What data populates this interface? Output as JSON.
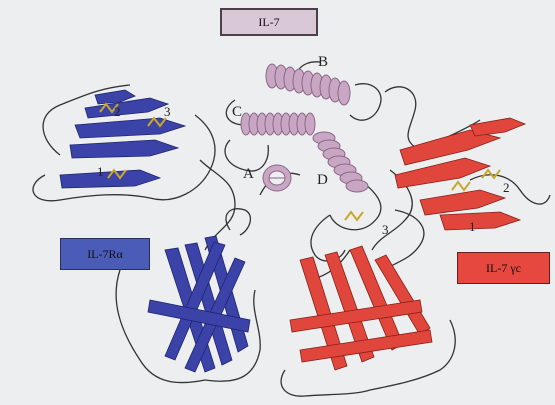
{
  "title_box": {
    "label": "IL-7",
    "fill": "#d9c8d6"
  },
  "receptor_alpha": {
    "label": "IL-7Rα",
    "fill": "#4b5cb8",
    "ribbon_color": "#3b43a8"
  },
  "receptor_gamma": {
    "label": "IL-7 γc",
    "fill": "#e6473f",
    "ribbon_color": "#e0463b"
  },
  "helix": {
    "color": "#c9a7c4",
    "labels": {
      "A": "A",
      "B": "B",
      "C": "C",
      "D": "D"
    }
  },
  "disulfides": {
    "alpha": {
      "s1": "1",
      "s2": "2",
      "s3": "3"
    },
    "gamma": {
      "s1": "1",
      "s2": "2",
      "s3": "3"
    }
  },
  "disulfide_color": "#c9a72c"
}
